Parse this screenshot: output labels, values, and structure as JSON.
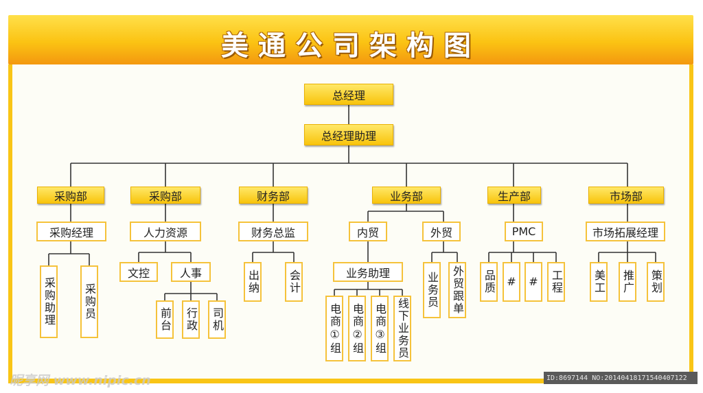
{
  "title": "美通公司架构图",
  "ceo": "总经理",
  "ceo_assistant": "总经理助理",
  "departments": {
    "purchase1": {
      "name": "采购部",
      "manager": "采购经理",
      "staff": [
        "采购助理",
        "采购员"
      ]
    },
    "purchase2": {
      "name": "采购部",
      "manager": "人力资源",
      "subs": [
        "文控",
        "人事"
      ],
      "hr_staff": [
        "前台",
        "行政",
        "司机"
      ]
    },
    "finance": {
      "name": "财务部",
      "manager": "财务总监",
      "staff": [
        "出纳",
        "会计"
      ]
    },
    "business": {
      "name": "业务部",
      "domestic": "内贸",
      "foreign": "外贸",
      "assistant": "业务助理",
      "groups": [
        "电商①组",
        "电商②组",
        "电商③组",
        "线下业务员"
      ],
      "foreign_staff": [
        "业务员",
        "外贸跟单"
      ]
    },
    "production": {
      "name": "生产部",
      "manager": "PMC",
      "staff": [
        "品质",
        "#",
        "#",
        "工程"
      ]
    },
    "market": {
      "name": "市场部",
      "manager": "市场拓展经理",
      "staff": [
        "美工",
        "推广",
        "策划"
      ]
    }
  },
  "watermark": "昵享网 www.nipic.cn",
  "image_id": "ID:8697144 NO:20140418171540407122",
  "colors": {
    "gold": "#f8c40c",
    "orange": "#f3980f",
    "line": "#333333",
    "border": "#f5c23a"
  }
}
